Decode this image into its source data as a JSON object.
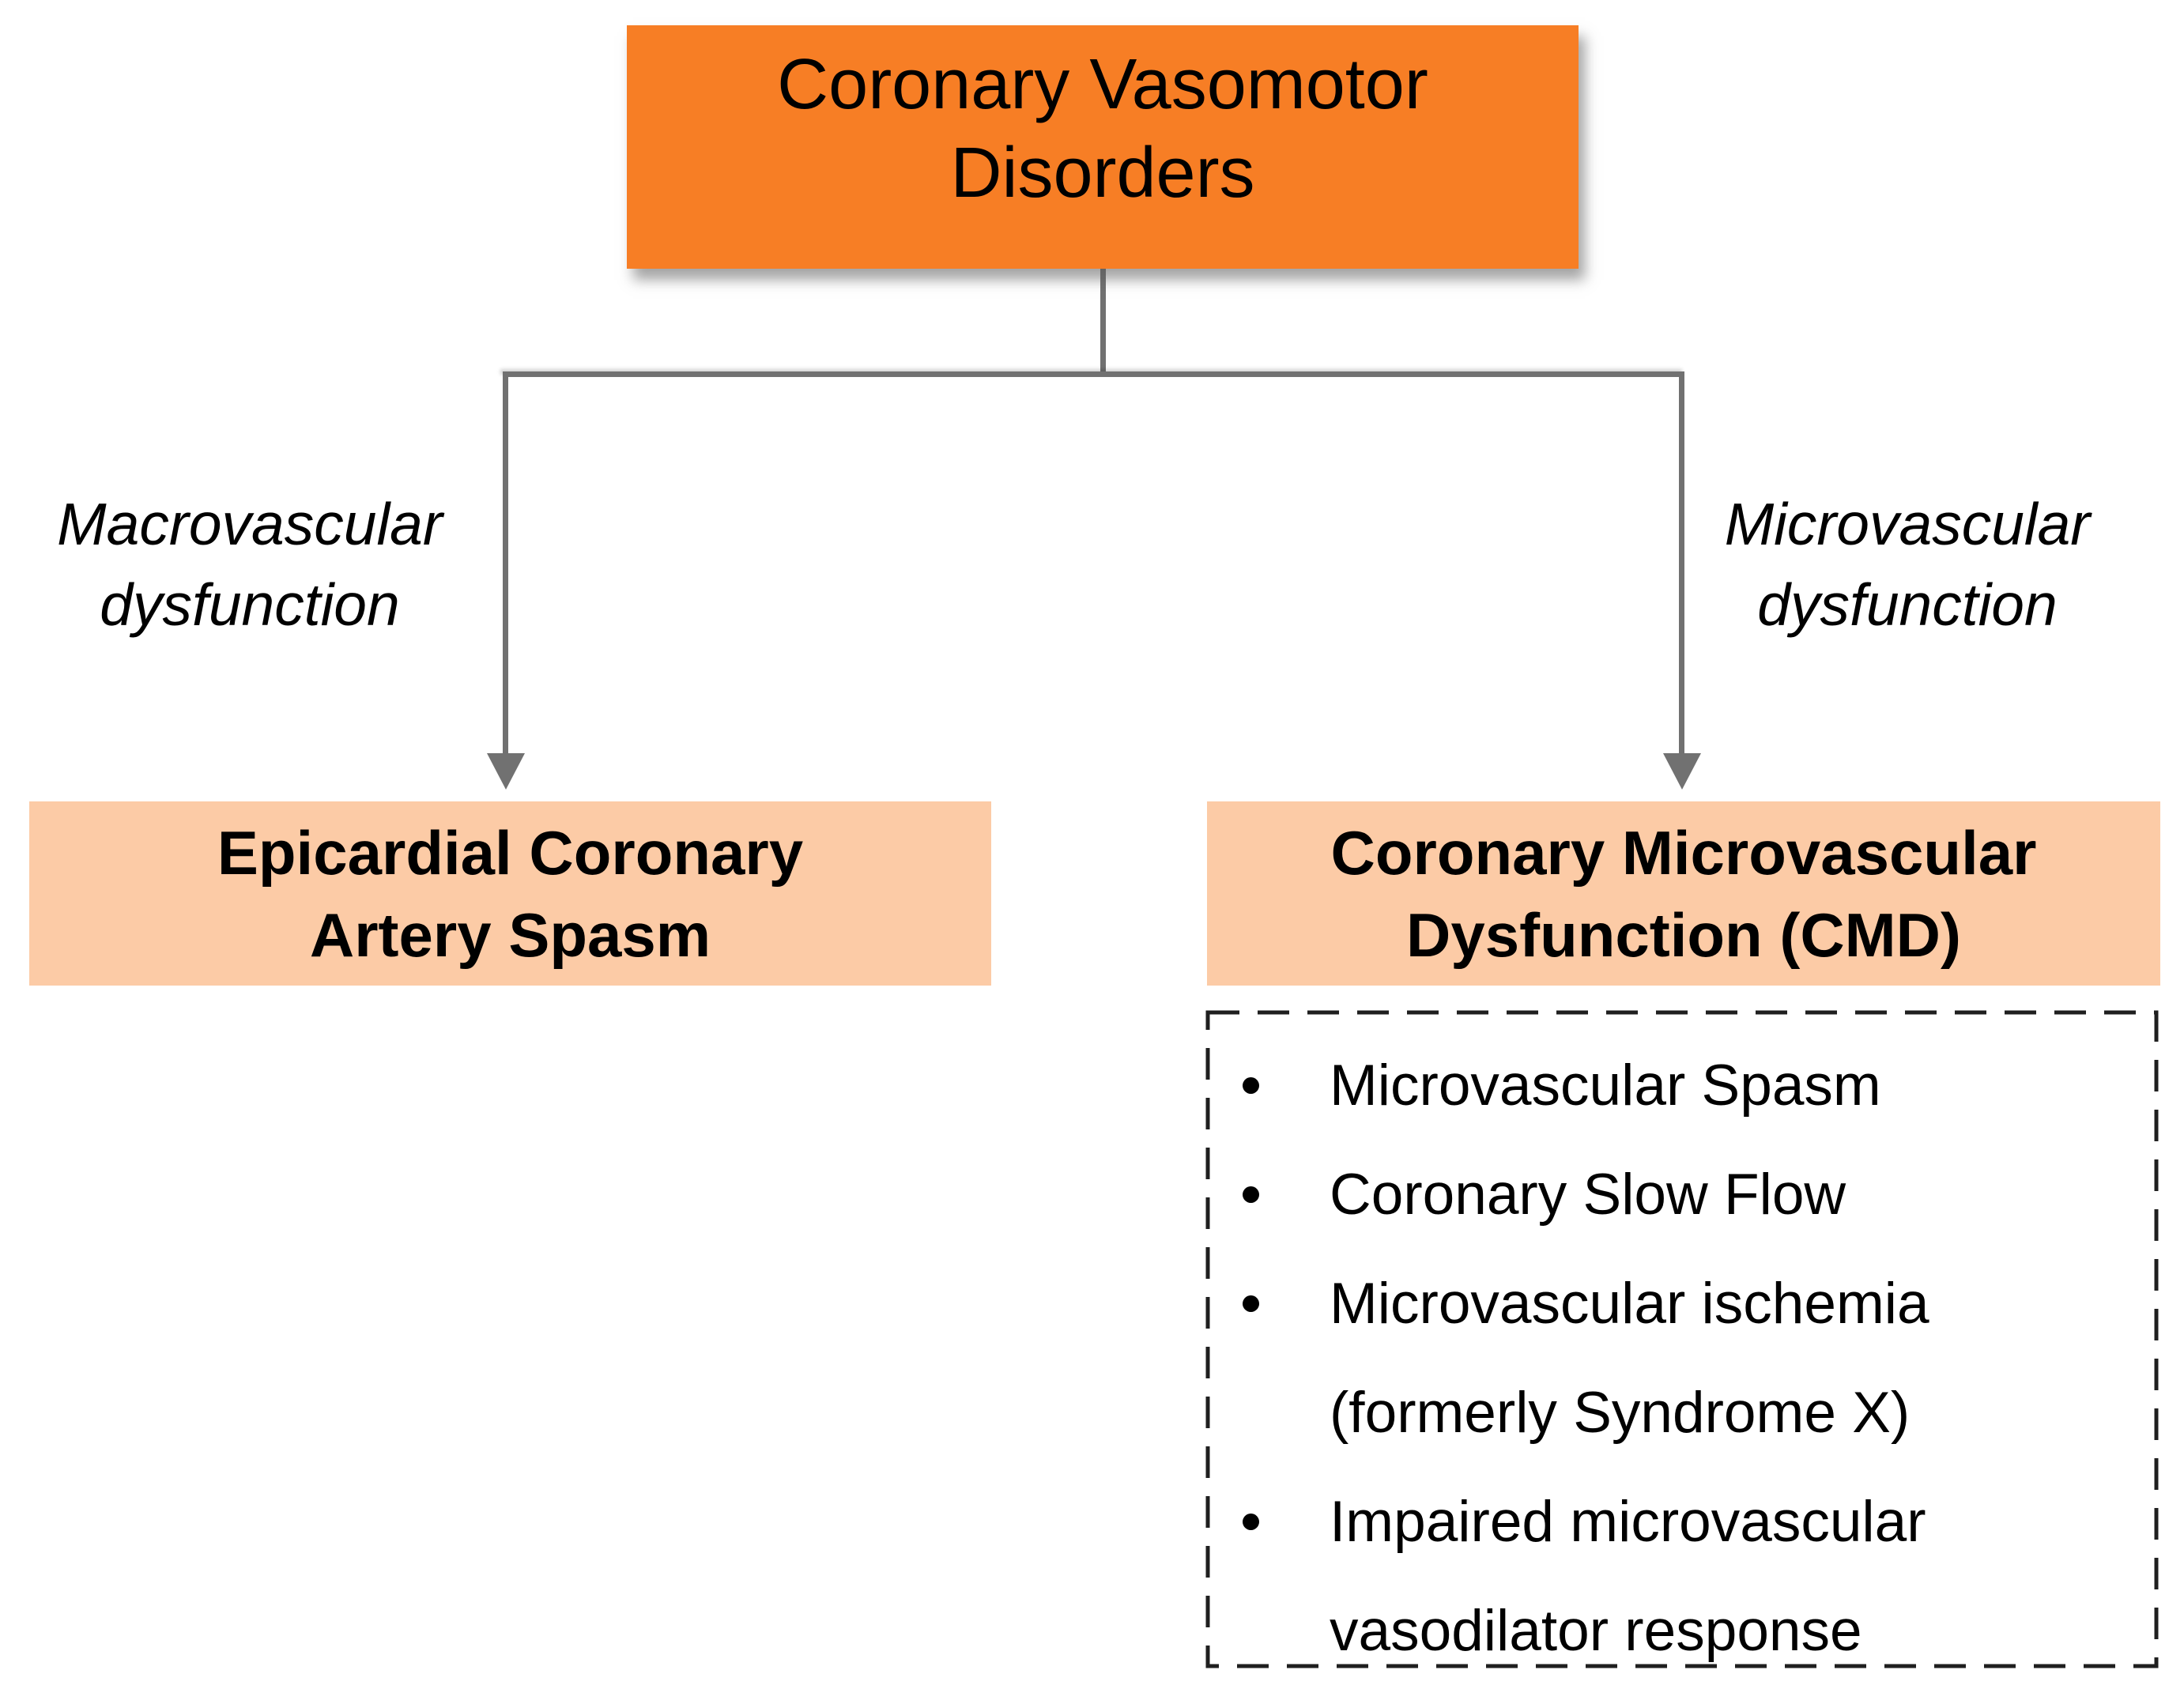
{
  "diagram": {
    "root": {
      "title": "Coronary Vasomotor Disorders",
      "lines": [
        "Coronary Vasomotor",
        "Disorders"
      ]
    },
    "branches": {
      "left": {
        "label": "Macrovascular dysfunction",
        "label_lines": [
          "Macrovascular",
          "dysfunction"
        ],
        "box_title": "Epicardial Coronary Artery Spasm",
        "box_lines": [
          "Epicardial Coronary",
          "Artery Spasm"
        ]
      },
      "right": {
        "label": "Microvascular dysfunction",
        "label_lines": [
          "Microvascular",
          "dysfunction"
        ],
        "box_title": "Coronary Microvascular Dysfunction (CMD)",
        "box_lines": [
          "Coronary Microvascular",
          "Dysfunction (CMD)"
        ],
        "cmd_items": [
          {
            "bullet": true,
            "text": "Microvascular Spasm"
          },
          {
            "bullet": true,
            "text": "Coronary Slow Flow"
          },
          {
            "bullet": true,
            "text": "Microvascular ischemia"
          },
          {
            "bullet": false,
            "text": "(formerly Syndrome X)"
          },
          {
            "bullet": true,
            "text": "Impaired microvascular"
          },
          {
            "bullet": false,
            "text": "vasodilator response"
          }
        ]
      }
    },
    "colors": {
      "root_fill": "#F77E25",
      "leaf_fill": "#FCCBA6",
      "connector": "#717171",
      "dashed_border": "#1F1F1F",
      "text": "#000000"
    }
  }
}
